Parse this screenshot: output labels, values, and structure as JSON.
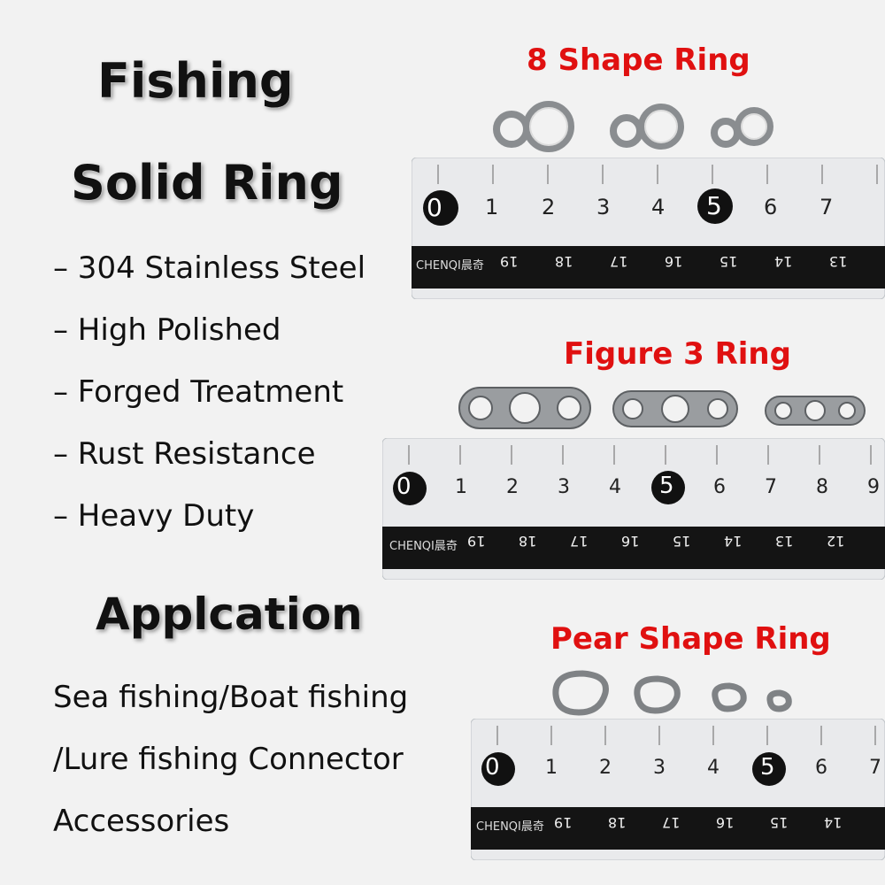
{
  "title": {
    "line1": "Fishing",
    "line2": "Solid Ring"
  },
  "features": [
    "– 304 Stainless Steel",
    "– High Polished",
    "– Forged Treatment",
    "– Rust Resistance",
    "– Heavy Duty"
  ],
  "application": {
    "heading": "Applcation",
    "lines": [
      "Sea fishing/Boat fishing",
      "/Lure fishing Connector",
      "Accessories"
    ]
  },
  "products": [
    {
      "label": "8 Shape Ring"
    },
    {
      "label": "Figure 3 Ring"
    },
    {
      "label": "Pear Shape Ring"
    }
  ],
  "ruler": {
    "brand": "CHENQI晨奇",
    "top_numbers": [
      "0",
      "1",
      "2",
      "3",
      "4",
      "5",
      "6",
      "7",
      "8",
      "9"
    ],
    "bottom_numbers": [
      "19",
      "18",
      "17",
      "16",
      "15",
      "14",
      "13",
      "12"
    ]
  },
  "colors": {
    "accent_red": "#e01010",
    "metal": "#8a8d90",
    "tape_black": "#141414"
  }
}
